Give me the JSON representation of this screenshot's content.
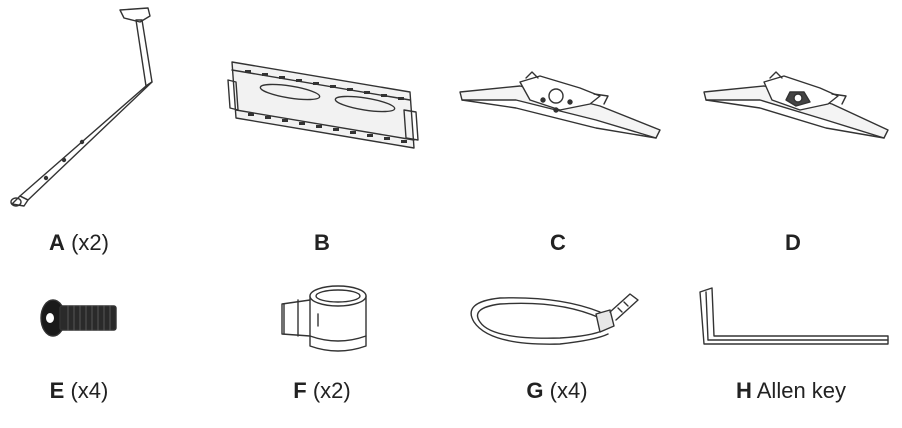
{
  "parts": [
    {
      "letter": "A",
      "qty": "(x2)",
      "icon": "pole-arm-icon"
    },
    {
      "letter": "B",
      "qty": "",
      "icon": "wall-plate-icon"
    },
    {
      "letter": "C",
      "qty": "",
      "icon": "bracket-c-icon"
    },
    {
      "letter": "D",
      "qty": "",
      "icon": "bracket-d-icon"
    },
    {
      "letter": "E",
      "qty": "(x4)",
      "icon": "bolt-icon"
    },
    {
      "letter": "F",
      "qty": "(x2)",
      "icon": "clamp-icon"
    },
    {
      "letter": "G",
      "qty": "(x4)",
      "icon": "cable-tie-icon"
    },
    {
      "letter": "H",
      "qty": "Allen key",
      "icon": "allen-key-icon"
    }
  ]
}
